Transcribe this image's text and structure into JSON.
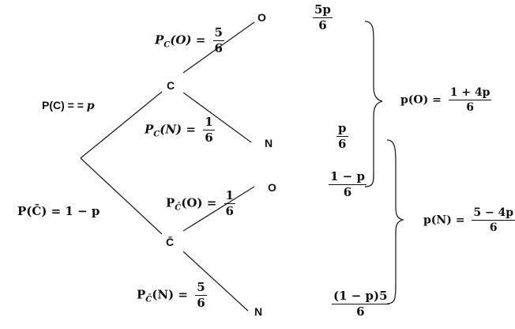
{
  "nodes": {
    "c": "C",
    "cbar": "C̄",
    "c_o": "O",
    "c_n": "N",
    "cbar_o": "O",
    "cbar_n": "N"
  },
  "edge_labels": {
    "pc": {
      "text": "P(C) = = ",
      "var": "p"
    },
    "pcbar": {
      "text": "P(C̄) = 1 − p"
    },
    "pc_o": {
      "P": "P",
      "sub": "C",
      "arg": "(O) =",
      "num": "5",
      "den": "6"
    },
    "pc_n": {
      "P": "P",
      "sub": "C",
      "arg": "(N) =",
      "num": "1",
      "den": "6"
    },
    "pcbar_o": {
      "P": "P",
      "sub": "C̄",
      "arg": "(O) =",
      "num": "1",
      "den": "6"
    },
    "pcbar_n": {
      "P": "P",
      "sub": "C̄",
      "arg": "(N) =",
      "num": "5",
      "den": "6"
    }
  },
  "leaf_probabilities": [
    {
      "num": "5p",
      "den": "6"
    },
    {
      "num": "p",
      "den": "6"
    },
    {
      "num": "1 − p",
      "den": "6"
    },
    {
      "num": "(1 − p)5",
      "den": "6"
    }
  ],
  "totals": {
    "po": {
      "lhs": "p(O) =",
      "num": "1 + 4p",
      "den": "6"
    },
    "pn": {
      "lhs": "p(N) =",
      "num": "5 − 4p",
      "den": "6"
    }
  }
}
